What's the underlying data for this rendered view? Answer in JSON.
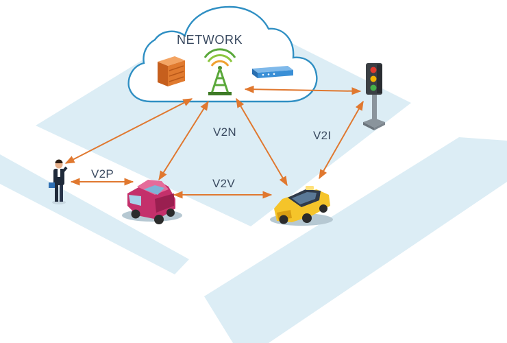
{
  "diagram": {
    "title": "NETWORK",
    "links": {
      "v2n": "V2N",
      "v2i": "V2I",
      "v2p": "V2P",
      "v2v": "V2V"
    }
  },
  "nodes": {
    "server": "server-rack-icon",
    "antenna": "cell-tower-icon",
    "router": "network-switch-icon",
    "traffic_light": "traffic-light-icon",
    "pedestrian": "pedestrian-icon",
    "car": "pink-car-icon",
    "taxi": "yellow-taxi-icon"
  },
  "colors": {
    "road": "#dcedf5",
    "cloud_outline": "#2f8fc3",
    "arrow": "#e0782f",
    "label": "#3a4a60",
    "taxi": "#f5c42a",
    "car": "#c4306b",
    "server": "#e07a2f",
    "router": "#3a8fd6"
  }
}
